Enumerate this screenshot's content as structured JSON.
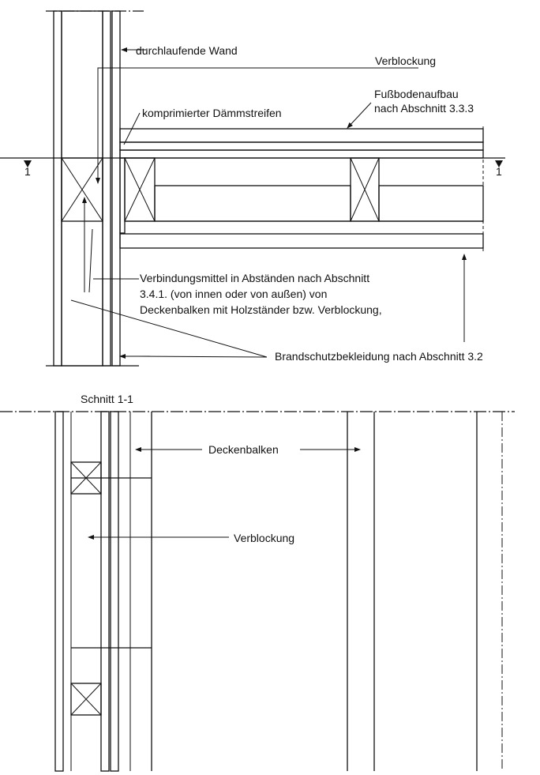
{
  "labels": {
    "wall": "durchlaufende Wand",
    "blocking_top": "Verblockung",
    "floor_build_line1": "Fußbodenaufbau",
    "floor_build_line2": "nach Abschnitt 3.3.3",
    "insulation_strip": "komprimierter Dämmstreifen",
    "section_marker_left": "1",
    "section_marker_right": "1",
    "fasteners_line1": "Verbindungsmittel in Abständen nach Abschnitt",
    "fasteners_line2": "3.4.1. (von innen oder von außen) von",
    "fasteners_line3": "Deckenbalken mit Holzständer bzw. Verblockung,",
    "fire_protection": "Brandschutzbekleidung nach Abschnitt 3.2",
    "section_title": "Schnitt 1-1",
    "beams": "Deckenbalken",
    "blocking_bottom": "Verblockung"
  }
}
